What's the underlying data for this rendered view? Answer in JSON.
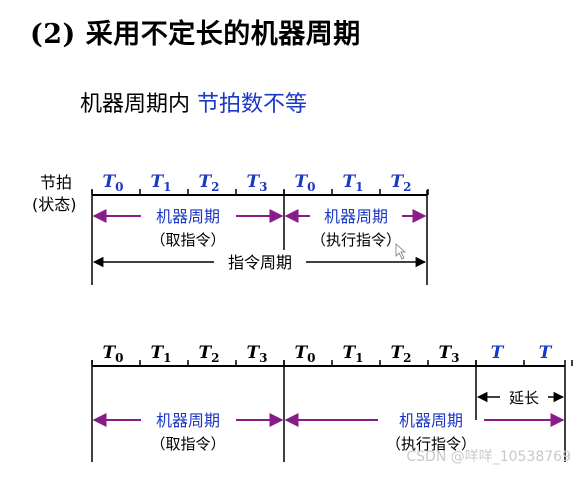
{
  "heading": "(2) 采用不定长的机器周期",
  "subtitle": {
    "prefix": "机器周期内",
    "highlight": "节拍数不等"
  },
  "diagram1": {
    "row_label_1": "节拍",
    "row_label_2": "(状态)",
    "ticks": [
      {
        "base": "T",
        "sub": "0"
      },
      {
        "base": "T",
        "sub": "1"
      },
      {
        "base": "T",
        "sub": "2"
      },
      {
        "base": "T",
        "sub": "3"
      },
      {
        "base": "T",
        "sub": "0"
      },
      {
        "base": "T",
        "sub": "1"
      },
      {
        "base": "T",
        "sub": "2"
      }
    ],
    "cycle1": {
      "title": "机器周期",
      "sub": "（取指令）"
    },
    "cycle2": {
      "title": "机器周期",
      "sub": "（执行指令）"
    },
    "instruction_cycle": "指令周期"
  },
  "diagram2": {
    "ticks": [
      {
        "base": "T",
        "sub": "0"
      },
      {
        "base": "T",
        "sub": "1"
      },
      {
        "base": "T",
        "sub": "2"
      },
      {
        "base": "T",
        "sub": "3"
      },
      {
        "base": "T",
        "sub": "0"
      },
      {
        "base": "T",
        "sub": "1"
      },
      {
        "base": "T",
        "sub": "2"
      },
      {
        "base": "T",
        "sub": "3"
      },
      {
        "base": "T",
        "sub": ""
      },
      {
        "base": "T",
        "sub": ""
      }
    ],
    "extension_label": "延长",
    "cycle1": {
      "title": "机器周期",
      "sub": "（取指令）"
    },
    "cycle2": {
      "title": "机器周期",
      "sub": "（执行指令）"
    }
  },
  "watermark": "CSDN @咩咩_10538769",
  "colors": {
    "tick_blue": "#1a37c6",
    "cycle_blue": "#1a37c6",
    "arrow_purple": "#8a1c8a",
    "line_black": "#000000"
  }
}
